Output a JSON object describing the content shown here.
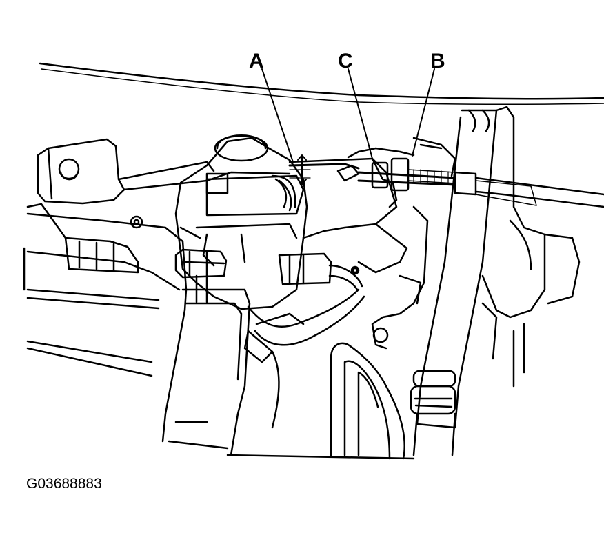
{
  "callouts": {
    "a": "A",
    "b": "B",
    "c": "C"
  },
  "figure_id": "G03688883",
  "colors": {
    "line": "#000000",
    "background": "#ffffff"
  }
}
